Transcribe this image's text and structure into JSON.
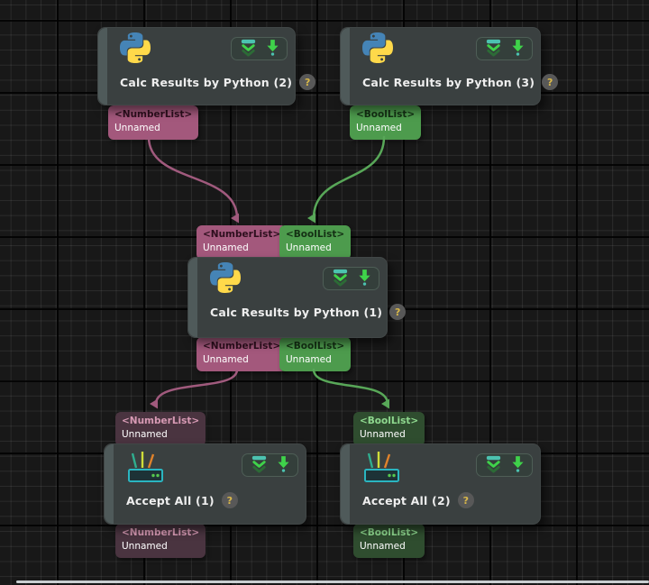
{
  "editor": {
    "background": "#181818",
    "grid_minor_color": "#2a2a2a",
    "grid_major_color": "#000000",
    "scrollbar_color": "#c9ced1"
  },
  "colors": {
    "node_bg": "#3a4040",
    "node_strip": "#4f5a5a",
    "node_title_text": "#eeeeee",
    "toolbar_bg": "#343f3b",
    "toolbar_border": "#4e5e56",
    "help_badge_bg": "#585858",
    "help_badge_text": "#d9b84a",
    "port_pink_bg": "#a3587c",
    "port_pink_type_text": "#2e0f1e",
    "port_green_bg": "#4d9b4d",
    "port_green_type_text": "#143014",
    "port_pink_muted_bg": "#4a3440",
    "port_pink_muted_type_text": "#d79ab4",
    "port_green_muted_bg": "#2f4d2f",
    "port_green_muted_type_text": "#8fd98f",
    "port_name_text": "#ffffff",
    "wire_pink": "#a05a7d",
    "wire_green": "#58a758",
    "python_blue": "#4584b6",
    "python_yellow": "#ffd94a",
    "icon_teal": "#4cc2b0",
    "icon_green": "#3fd24a",
    "icon_green_dim": "#2c6b36",
    "receiver_teal": "#2ab5c0",
    "receiver_antenna_teal": "#2fae8f",
    "receiver_antenna_yellow": "#cfdc3a",
    "receiver_antenna_orange": "#e0822b",
    "receiver_dot_green": "#56c84e"
  },
  "nodes": [
    {
      "id": "calc2",
      "title": "Calc Results by Python (2)",
      "icon": "python-logo",
      "help_badge": "?",
      "inputs": [],
      "outputs": [
        {
          "type_label": "<NumberList>",
          "name": "Unnamed",
          "style": "pink"
        }
      ]
    },
    {
      "id": "calc3",
      "title": "Calc Results by Python (3)",
      "icon": "python-logo",
      "help_badge": "?",
      "inputs": [],
      "outputs": [
        {
          "type_label": "<BoolList>",
          "name": "Unnamed",
          "style": "green"
        }
      ]
    },
    {
      "id": "calc1",
      "title": "Calc Results by Python (1)",
      "icon": "python-logo",
      "help_badge": "?",
      "inputs": [
        {
          "type_label": "<NumberList>",
          "name": "Unnamed",
          "style": "pink"
        },
        {
          "type_label": "<BoolList>",
          "name": "Unnamed",
          "style": "green"
        }
      ],
      "outputs": [
        {
          "type_label": "<NumberList>",
          "name": "Unnamed",
          "style": "pink"
        },
        {
          "type_label": "<BoolList>",
          "name": "Unnamed",
          "style": "green"
        }
      ]
    },
    {
      "id": "accept1",
      "title": "Accept All (1)",
      "icon": "receiver",
      "help_badge": "?",
      "inputs": [
        {
          "type_label": "<NumberList>",
          "name": "Unnamed",
          "style": "pink-muted"
        }
      ],
      "outputs": [
        {
          "type_label": "<NumberList>",
          "name": "Unnamed",
          "style": "pink-muted"
        }
      ]
    },
    {
      "id": "accept2",
      "title": "Accept All (2)",
      "icon": "receiver",
      "help_badge": "?",
      "inputs": [
        {
          "type_label": "<BoolList>",
          "name": "Unnamed",
          "style": "green-muted"
        }
      ],
      "outputs": [
        {
          "type_label": "<BoolList>",
          "name": "Unnamed",
          "style": "green-muted"
        }
      ]
    }
  ],
  "connections": [
    {
      "from": "calc2:Unnamed",
      "to": "calc1:Unnamed <NumberList>",
      "color": "#a05a7d"
    },
    {
      "from": "calc3:Unnamed",
      "to": "calc1:Unnamed <BoolList>",
      "color": "#58a758"
    },
    {
      "from": "calc1:Unnamed <NumberList>",
      "to": "accept1:Unnamed",
      "color": "#a05a7d"
    },
    {
      "from": "calc1:Unnamed <BoolList>",
      "to": "accept2:Unnamed",
      "color": "#58a758"
    }
  ]
}
